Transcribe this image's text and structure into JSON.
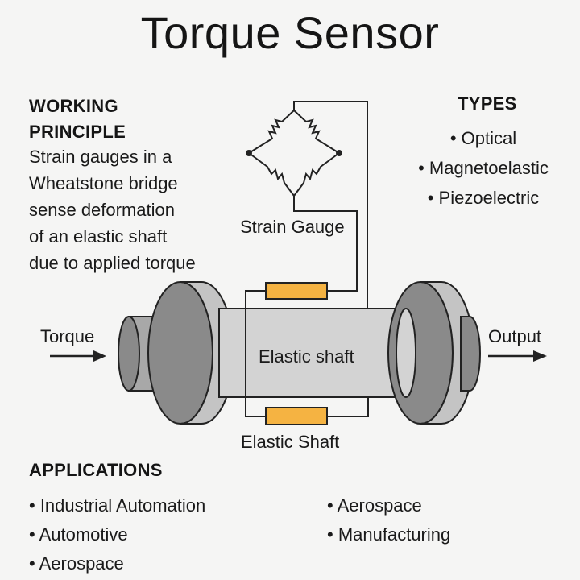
{
  "title": "Torque Sensor",
  "working_principle": {
    "heading_line1": "WORKING",
    "heading_line2": "PRINCIPLE",
    "lines": [
      "Strain gauges in a",
      "Wheatstone bridge",
      "sense deformation",
      "of an elastic shaft",
      "due to applied torque"
    ]
  },
  "types": {
    "heading": "TYPES",
    "items": [
      "• Optical",
      "• Magnetoelastic",
      "• Piezoelectric"
    ]
  },
  "diagram": {
    "bridge_label": "Strain Gauge",
    "shaft_label": "Elastic shaft",
    "bottom_label": "Elastic Shaft",
    "input_label": "Torque",
    "output_label": "Output",
    "gauge_color": "#f5b342",
    "shaft_color": "#d3d3d3",
    "flange_dark": "#8a8a8a",
    "flange_light": "#c4c4c4"
  },
  "applications": {
    "heading": "APPLICATIONS",
    "column1": [
      "• Industrial Automation",
      "• Automotive",
      "• Aerospace"
    ],
    "column2": [
      "• Aerospace",
      "• Manufacturing"
    ]
  }
}
